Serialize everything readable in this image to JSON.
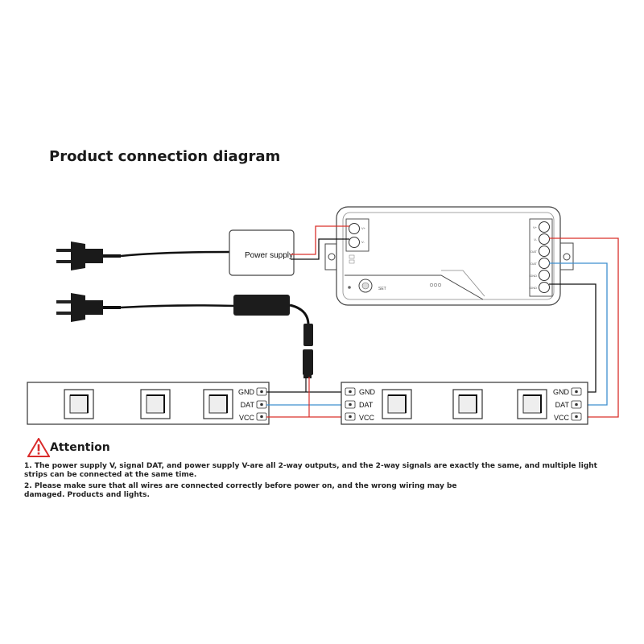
{
  "title": "Product connection diagram",
  "labels": {
    "power_supply": "Power supply",
    "gnd": "GND",
    "dat": "DAT",
    "vcc": "VCC",
    "set": "SET",
    "pins": [
      "V+",
      "V-",
      "DAT",
      "DAT",
      "GND",
      "GND"
    ],
    "input": [
      "V+",
      "V-"
    ]
  },
  "attention": {
    "heading": "Attention",
    "note1": "1. The power supply V, signal DAT, and power supply V-are all 2-way outputs, and the 2-way signals are exactly the same, and multiple light strips can be connected at the same time.",
    "note2": "2. Please make sure that all wires are connected correctly before power on, and the wrong wiring may be damaged. Products and lights."
  },
  "colors": {
    "red_wire": "#d9302b",
    "blue_wire": "#3f8fcf",
    "black_wire": "#111111",
    "warning_red": "#d92b2b"
  }
}
